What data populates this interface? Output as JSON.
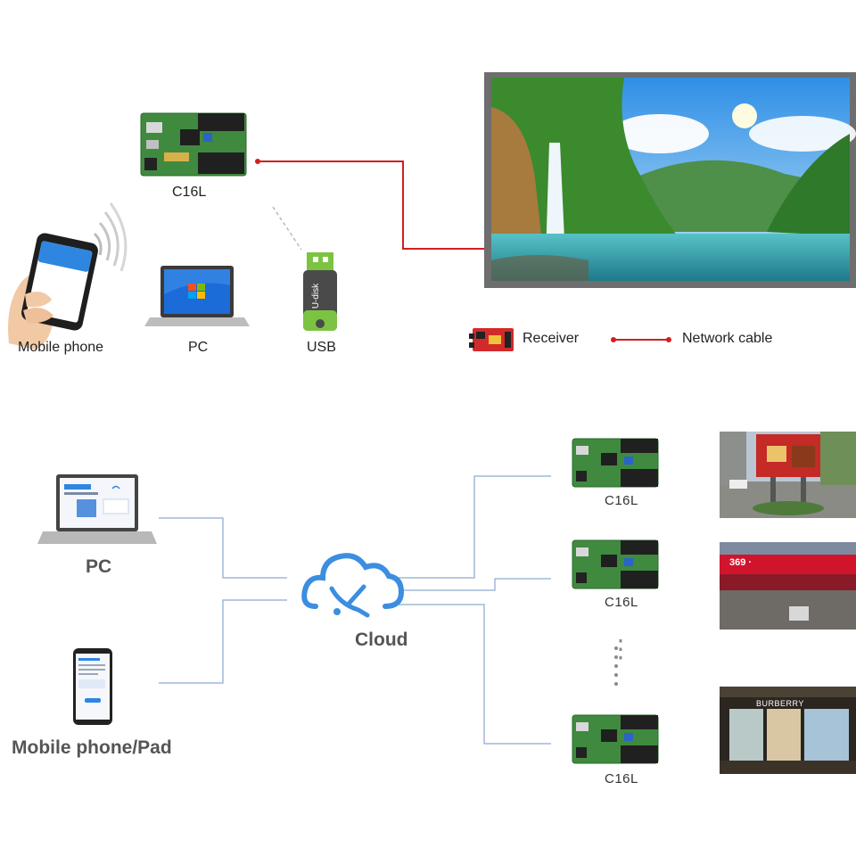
{
  "top": {
    "controller_label": "C16L",
    "mobile_label": "Mobile phone",
    "pc_label": "PC",
    "usb_label": "USB",
    "usb_text": "U-disk",
    "legend": {
      "receiver_label": "Receiver",
      "network_cable_label": "Network cable"
    }
  },
  "bottom": {
    "pc_label": "PC",
    "mobile_pad_label": "Mobile phone/Pad",
    "cloud_label": "Cloud",
    "controllers": [
      {
        "label": "C16L"
      },
      {
        "label": "C16L"
      },
      {
        "label": "C16L"
      }
    ],
    "ellipsis": "⋮",
    "screen_texts": [
      "369 ·",
      "BURBERRY"
    ]
  },
  "colors": {
    "network_cable": "#d11f1f",
    "connector_line": "#9fb8d8",
    "pcb_green": "#3f8a3f",
    "cloud_blue": "#3b8ee0"
  }
}
